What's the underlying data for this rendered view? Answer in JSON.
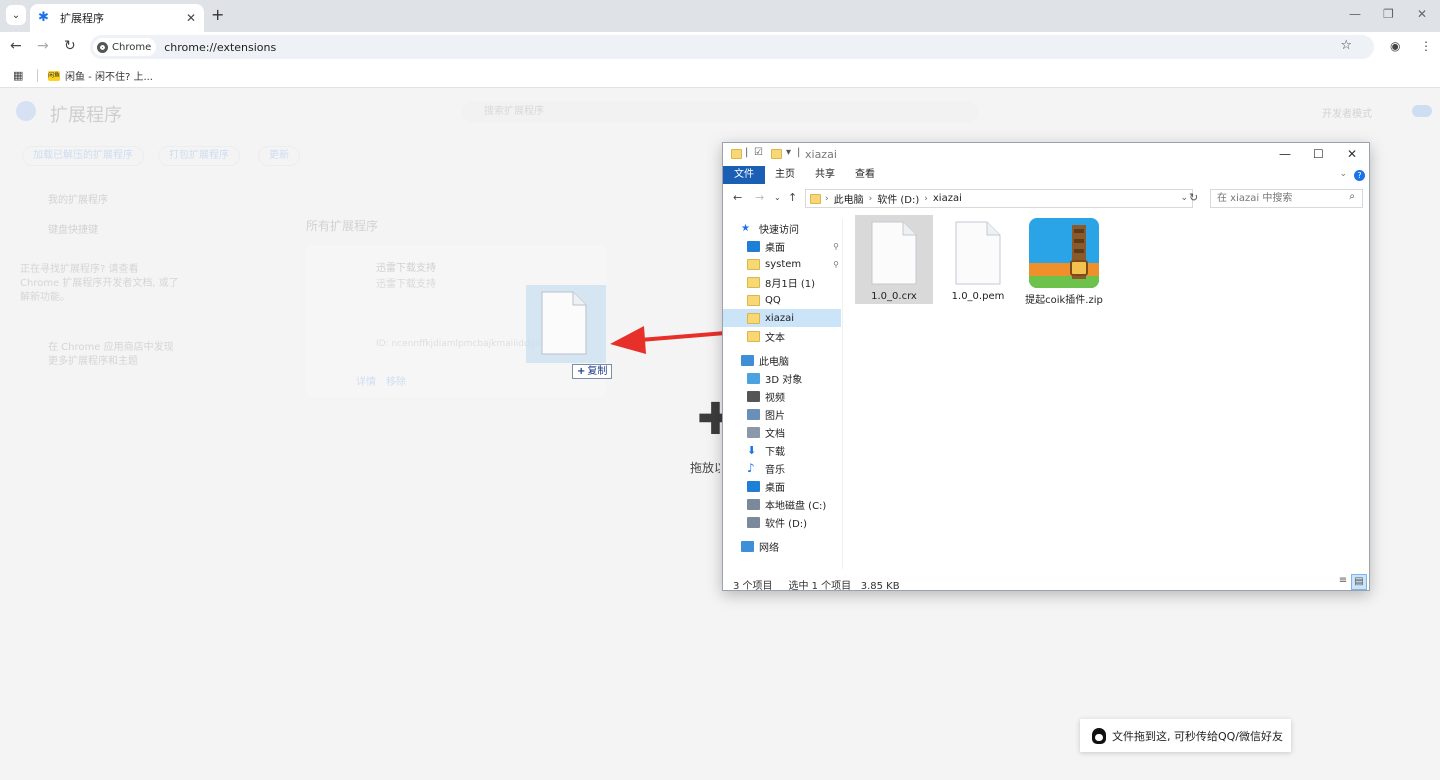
{
  "browser": {
    "tab_title": "扩展程序",
    "new_tab_symbol": "+",
    "site_chip": "Chrome",
    "url": "chrome://extensions",
    "bookmark_label": "闲鱼 - 闲不住? 上...",
    "bookmark_favicon_text": "闲鱼"
  },
  "extensions_page": {
    "title": "扩展程序",
    "search_placeholder": "搜索扩展程序",
    "developer_mode_label": "开发者模式",
    "buttons": [
      "加载已解压的扩展程序",
      "打包扩展程序",
      "更新"
    ],
    "sidebar": [
      "我的扩展程序",
      "键盘快捷键"
    ],
    "sidebar_note": "正在寻找扩展程序? 请查看 Chrome 扩展程序开发者文档, 或了解新功能。",
    "store_note": "在 Chrome 应用商店中发现更多扩展程序和主题",
    "section_title": "所有扩展程序",
    "card_name": "迅雷下载支持",
    "card_desc": "迅雷下载支持",
    "card_id": "ID: ncennffkjdiamlpmcbajkmaiiiddgioo",
    "card_details": "详情",
    "card_remove": "移除",
    "drop_label": "拖放以安装"
  },
  "drag": {
    "copy_badge": "复制"
  },
  "explorer": {
    "title": "xiazai",
    "ribbon_tabs": [
      "文件",
      "主页",
      "共享",
      "查看"
    ],
    "breadcrumb": [
      "此电脑",
      "软件 (D:)",
      "xiazai"
    ],
    "search_placeholder": "在 xiazai 中搜索",
    "nav": [
      {
        "label": "快速访问",
        "icon": "star-icon",
        "color": "#1a73e8",
        "indent": 0
      },
      {
        "label": "桌面",
        "icon": "desktop-icon",
        "color": "#1f7fd6",
        "indent": 1,
        "pinned": true
      },
      {
        "label": "system",
        "icon": "folder-icon",
        "color": "#f8d775",
        "indent": 1,
        "pinned": true
      },
      {
        "label": "8月1日 (1)",
        "icon": "folder-icon",
        "color": "#f8d775",
        "indent": 1
      },
      {
        "label": "QQ",
        "icon": "folder-icon",
        "color": "#f8d775",
        "indent": 1
      },
      {
        "label": "xiazai",
        "icon": "folder-icon",
        "color": "#f8d775",
        "indent": 1,
        "selected": true
      },
      {
        "label": "文本",
        "icon": "folder-icon",
        "color": "#f8d775",
        "indent": 1
      },
      {
        "label": "此电脑",
        "icon": "pc-icon",
        "color": "#3f8fd8",
        "indent": 0
      },
      {
        "label": "3D 对象",
        "icon": "cube-icon",
        "color": "#4aa3df",
        "indent": 1
      },
      {
        "label": "视频",
        "icon": "video-icon",
        "color": "#555555",
        "indent": 1
      },
      {
        "label": "图片",
        "icon": "picture-icon",
        "color": "#6a8fb8",
        "indent": 1
      },
      {
        "label": "文档",
        "icon": "document-icon",
        "color": "#8a98aa",
        "indent": 1
      },
      {
        "label": "下载",
        "icon": "download-icon",
        "color": "#1a73e8",
        "indent": 1
      },
      {
        "label": "音乐",
        "icon": "music-icon",
        "color": "#1a73e8",
        "indent": 1
      },
      {
        "label": "桌面",
        "icon": "desktop-icon",
        "color": "#1f7fd6",
        "indent": 1
      },
      {
        "label": "本地磁盘 (C:)",
        "icon": "drive-icon",
        "color": "#7a8a9a",
        "indent": 1
      },
      {
        "label": "软件 (D:)",
        "icon": "drive-icon",
        "color": "#7a8a9a",
        "indent": 1
      },
      {
        "label": "网络",
        "icon": "network-icon",
        "color": "#3f8fd8",
        "indent": 0
      }
    ],
    "files": [
      {
        "name": "1.0_0.crx",
        "icon": "blank-file-icon",
        "selected": true
      },
      {
        "name": "1.0_0.pem",
        "icon": "blank-file-icon",
        "selected": false
      },
      {
        "name": "提起coik插件.zip",
        "icon": "360zip-archive-icon",
        "selected": false
      }
    ],
    "status_count": "3 个项目",
    "status_selected": "选中 1 个项目",
    "status_size": "3.85 KB"
  },
  "toast": {
    "text": "文件拖到这, 可秒传给QQ/微信好友"
  },
  "colors": {
    "accent": "#1a73e8",
    "ribbon_active": "#1a5fb4",
    "selection": "#cce4f7",
    "drag_arrow": "#e8302a",
    "zip_blue": "#2aa4e6",
    "zip_orange": "#f0902a",
    "zip_green": "#6cc24a"
  }
}
